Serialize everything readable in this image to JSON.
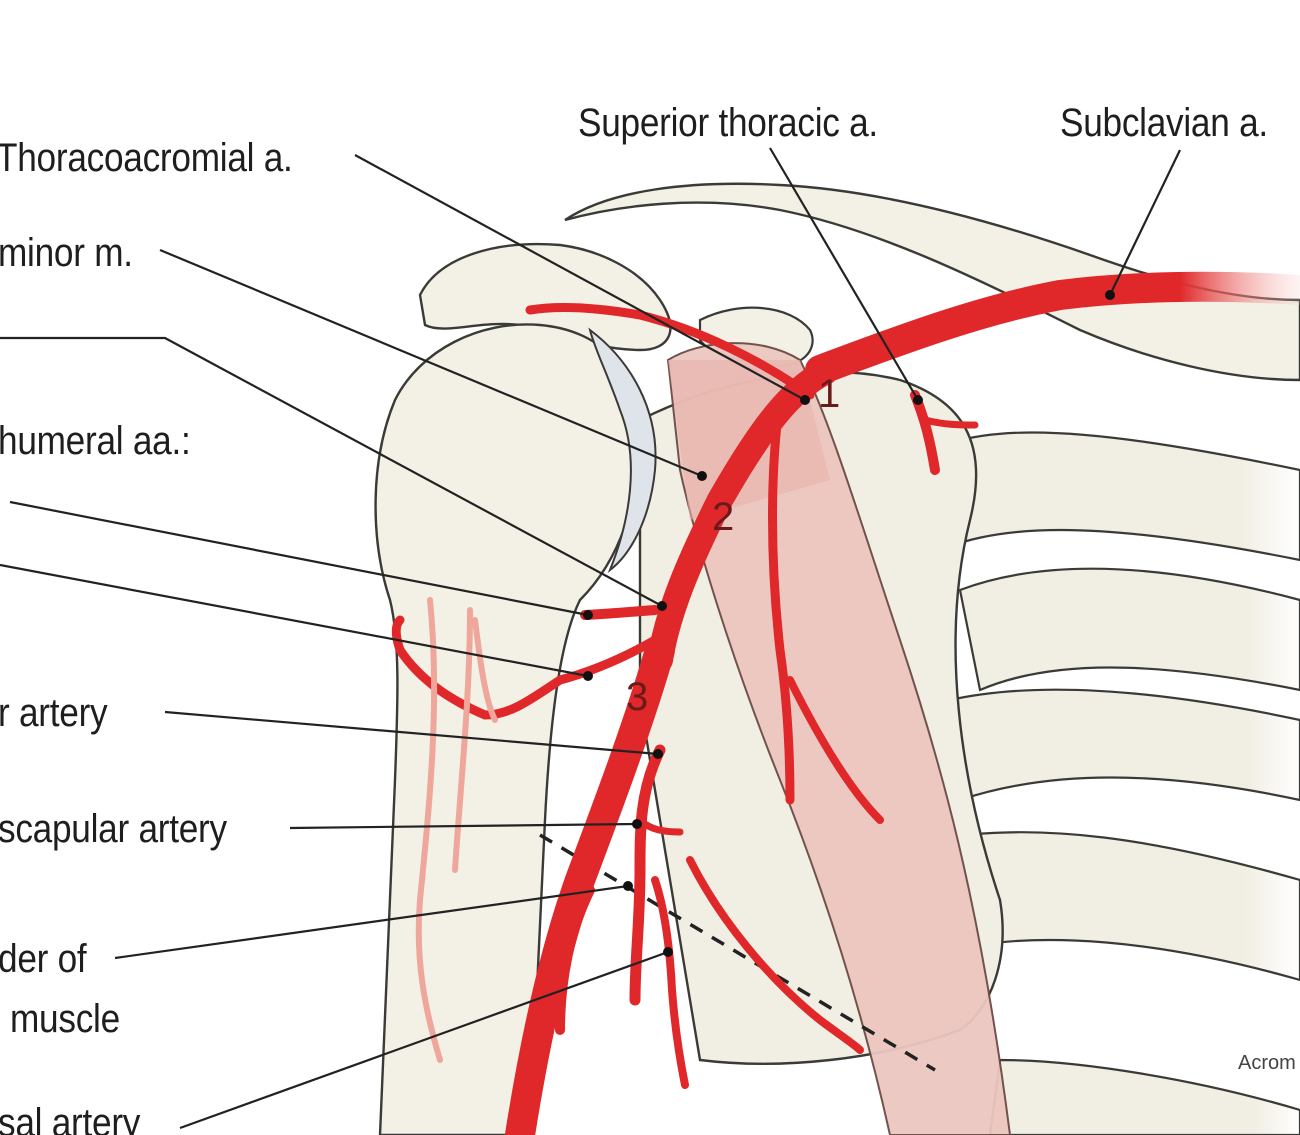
{
  "labels": {
    "thoracoacromial": "Thoracoacromial a.",
    "superior_thoracic": "Superior thoracic a.",
    "subclavian": "Subclavian a.",
    "pectoralis_minor": "minor m.",
    "humeral": "humeral aa.:",
    "artery": "r artery",
    "scapular": "scapular artery",
    "border_line1": "der of",
    "border_line2": "muscle",
    "bottom": "sal artery",
    "acromion": "Acrom"
  },
  "segments": {
    "one": "1",
    "two": "2",
    "three": "3"
  },
  "colors": {
    "artery": "#e0282a",
    "bone": "#f3f0e6",
    "outline": "#3a3a36",
    "muscle": "#ecc7c0",
    "cartilage": "#dfe4ea"
  }
}
